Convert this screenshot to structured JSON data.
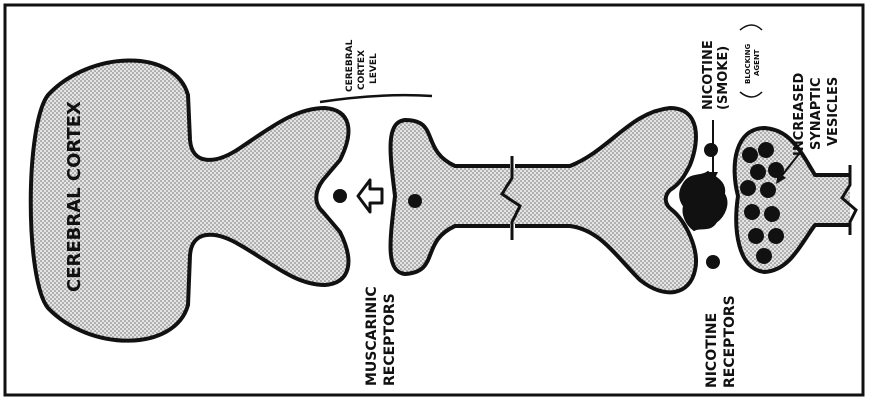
{
  "labels": {
    "cerebral_cortex": "CEREBRAL CORTEX",
    "cortex_level_line1": "CEREBRAL",
    "cortex_level_line2": "CORTEX",
    "cortex_level_line3": "LEVEL",
    "muscarinic_line1": "MUSCARINIC",
    "muscarinic_line2": "RECEPTORS",
    "nicotine_line1": "NICOTINE",
    "nicotine_line2": "(SMOKE)",
    "blocking_line1": "BLOCKING",
    "blocking_line2": "AGENT",
    "vesicles_line1": "INCREASED",
    "vesicles_line2": "SYNAPTIC",
    "vesicles_line3": "VESICLES",
    "nicotine_receptors_line1": "NICOTINE",
    "nicotine_receptors_line2": "RECEPTORS"
  }
}
